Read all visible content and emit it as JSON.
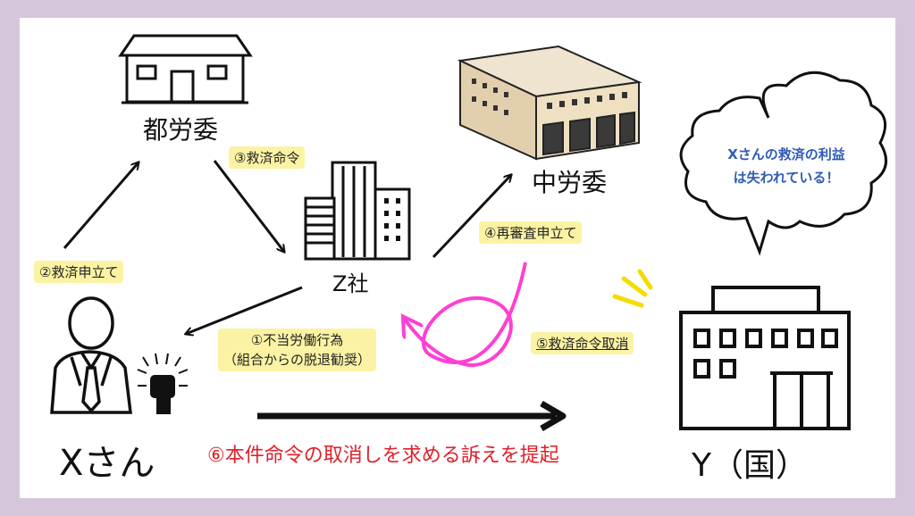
{
  "nodes": {
    "toroi": "都労委",
    "z_company": "Z社",
    "churoi": "中労委",
    "x_person": "Xさん",
    "y_state": "Y（国）"
  },
  "steps": {
    "s1_line1": "①不当労働行為",
    "s1_line2": "（組合からの脱退勧奨）",
    "s2": "②救済申立て",
    "s3": "③救済命令",
    "s4": "④再審査申立て",
    "s5": "⑤救済命令取消",
    "s6": "⑥本件命令の取消しを求める訴えを提起"
  },
  "bubble": {
    "line1": "Xさんの救済の利益",
    "line2": "は失われている！"
  },
  "colors": {
    "frame": "#d5c6dc",
    "highlight": "#fbf3a3",
    "red_text": "#e0202a",
    "blue_text": "#2f5bb5",
    "magenta_arrow": "#ff3fd4",
    "accent_yellow": "#f5dc00"
  }
}
